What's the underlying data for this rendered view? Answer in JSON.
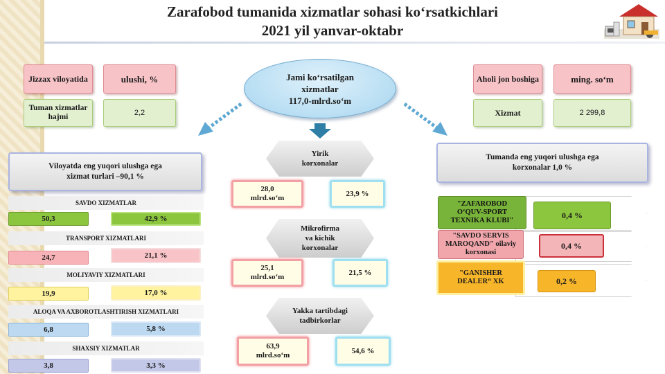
{
  "header": {
    "title_line1": "Zarafobod tumanida xizmatlar sohasi ko‘rsatkichlari",
    "title_line2": "2021 yil yanvar-oktabr"
  },
  "left_top": {
    "region_label": "Jizzax viloyatida",
    "share_label": "ulushi, %",
    "district_label": "Tuman xizmatlar hajmi",
    "district_value": "2,2"
  },
  "center_top": {
    "total_line1": "Jami ko‘rsatilgan",
    "total_line2": "xizmatlar",
    "total_line3": "117,0-mlrd.so‘m"
  },
  "right_top": {
    "per_capita_label": "Aholi jon boshiga",
    "unit_label": "ming. so‘m",
    "service_label": "Xizmat",
    "service_value": "2 299,8"
  },
  "left_panel": {
    "heading_line1": "Viloyatda  eng yuqori  ulushga ega",
    "heading_line2": "xizmat  turlari –90,1 %",
    "categories": [
      {
        "name": "SAVDO  XIZMATLAR",
        "left": "50,3",
        "right": "42,9 %"
      },
      {
        "name": "TRANSPORT XIZMATLARI",
        "left": "24,7",
        "right": "21,1 %"
      },
      {
        "name": "MOLIYAVIY   XIZMATLARI",
        "left": "19,9",
        "right": "17,0 %"
      },
      {
        "name": "ALOQA VA AXBOROTLASHTIRISH XIZMATLARI",
        "left": "6,8",
        "right": "5,8 %"
      },
      {
        "name": "SHAXSIY  XIZMATLAR",
        "left": "3,8",
        "right": "3,3 %"
      }
    ]
  },
  "middle_panel": {
    "groups": [
      {
        "label_line1": "Yirik",
        "label_line2": "korxonalar",
        "label_line3": "",
        "amount_line1": "28,0",
        "amount_line2": "mlrd.so‘m",
        "share": "23,9 %"
      },
      {
        "label_line1": "Mikrofirma",
        "label_line2": "va  kichik",
        "label_line3": "korxonalar",
        "amount_line1": "25,1",
        "amount_line2": "mlrd.so‘m",
        "share": "21,5 %"
      },
      {
        "label_line1": "Yakka tartibdagi",
        "label_line2": "tadbirkorlar",
        "label_line3": "",
        "amount_line1": "63,9",
        "amount_line2": "mlrd.so‘m",
        "share": "54,6 %"
      }
    ]
  },
  "right_panel": {
    "heading_line1": "Tumanda   eng yuqori  ulushga ega",
    "heading_line2": "korxonalar   1,0 %",
    "items": [
      {
        "name_line1": "\"ZAFAROBOD",
        "name_line2": "O‘QUV-SPORT",
        "name_line3": "TEXNIKA  KLUBI\"",
        "share": "0,4 %"
      },
      {
        "name_line1": "\"SAVDO SERVIS",
        "name_line2": "MAROQAND\" oilaviy",
        "name_line3": "korxonasi",
        "share": "0,4 %"
      },
      {
        "name_line1": "\"GANISHER",
        "name_line2": "DEALER“ XK",
        "name_line3": "",
        "share": "0,2 %"
      }
    ]
  },
  "colors": {
    "green_bar": "#8cc63f",
    "pink_bar": "#f7b3b8",
    "yellow_bar": "#fff3a0",
    "blue_bar": "#bcd9f1",
    "lavender_bar": "#c4c8e8",
    "orange_box": "#f7b52a",
    "red_box": "#f0a6ab"
  }
}
